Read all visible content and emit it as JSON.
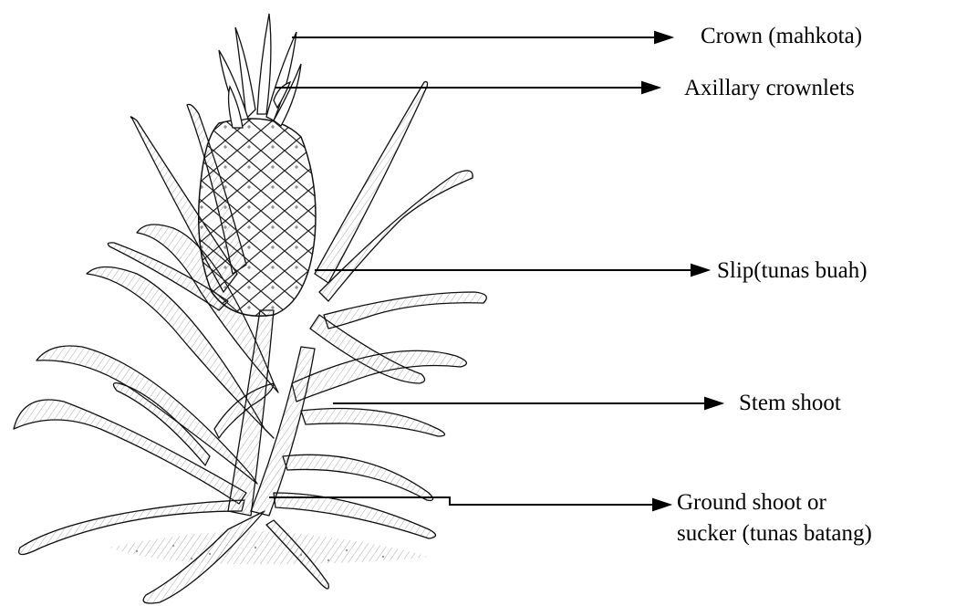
{
  "labels": {
    "crown": "Crown (mahkota)",
    "crownlets": "Axillary crownlets",
    "slip": "Slip(tunas buah)",
    "stem_shoot": "Stem shoot",
    "ground_shoot": [
      "Ground shoot or",
      "sucker (tunas batang)"
    ]
  },
  "colors": {
    "ink": "#000000",
    "leaf": "#ffffff",
    "fruit": "#f4f4f4",
    "soil": "#9a9a9a"
  }
}
